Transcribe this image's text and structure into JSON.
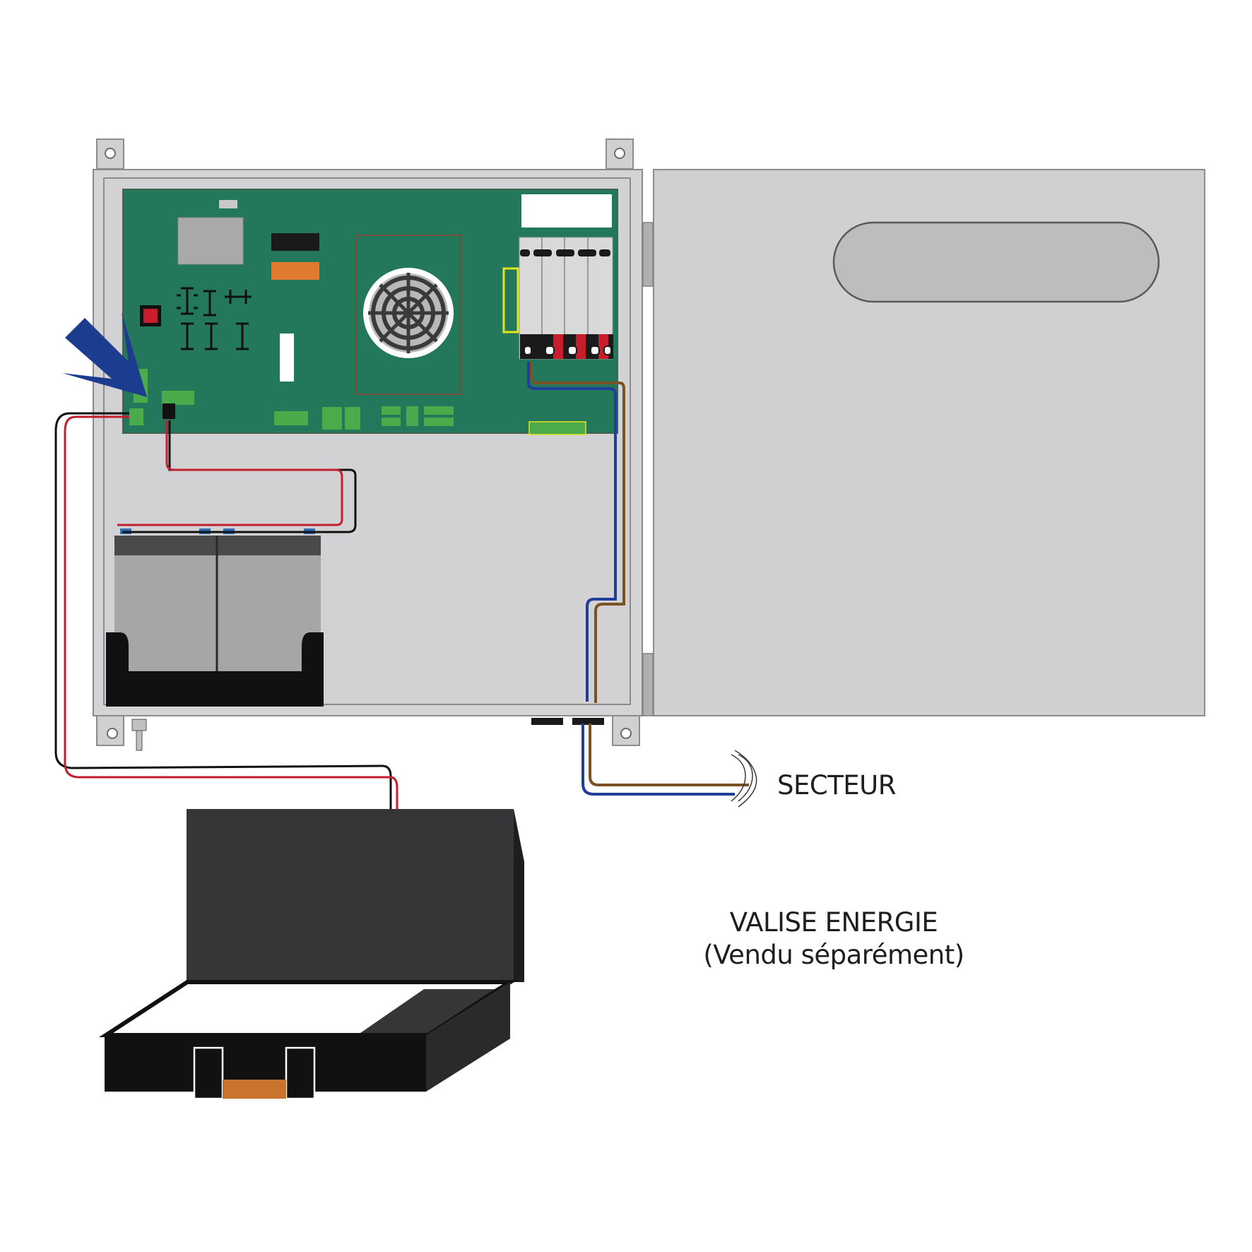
{
  "labels": {
    "secteur": "SECTEUR",
    "valise_title": "VALISE ENERGIE",
    "valise_note": "(Vendu séparément)"
  },
  "colors": {
    "enclosure": "#d2d2d4",
    "enclosure_stroke": "#8c8c8e",
    "door": "#d0d0d0",
    "pcb": "#23775a",
    "arrow": "#1c3d8f",
    "wire_red": "#c41d2c",
    "wire_black": "#111111",
    "wire_blue": "#1e3f97",
    "wire_brown": "#7b5224",
    "case": "#363538",
    "handle": "#c8732e"
  }
}
